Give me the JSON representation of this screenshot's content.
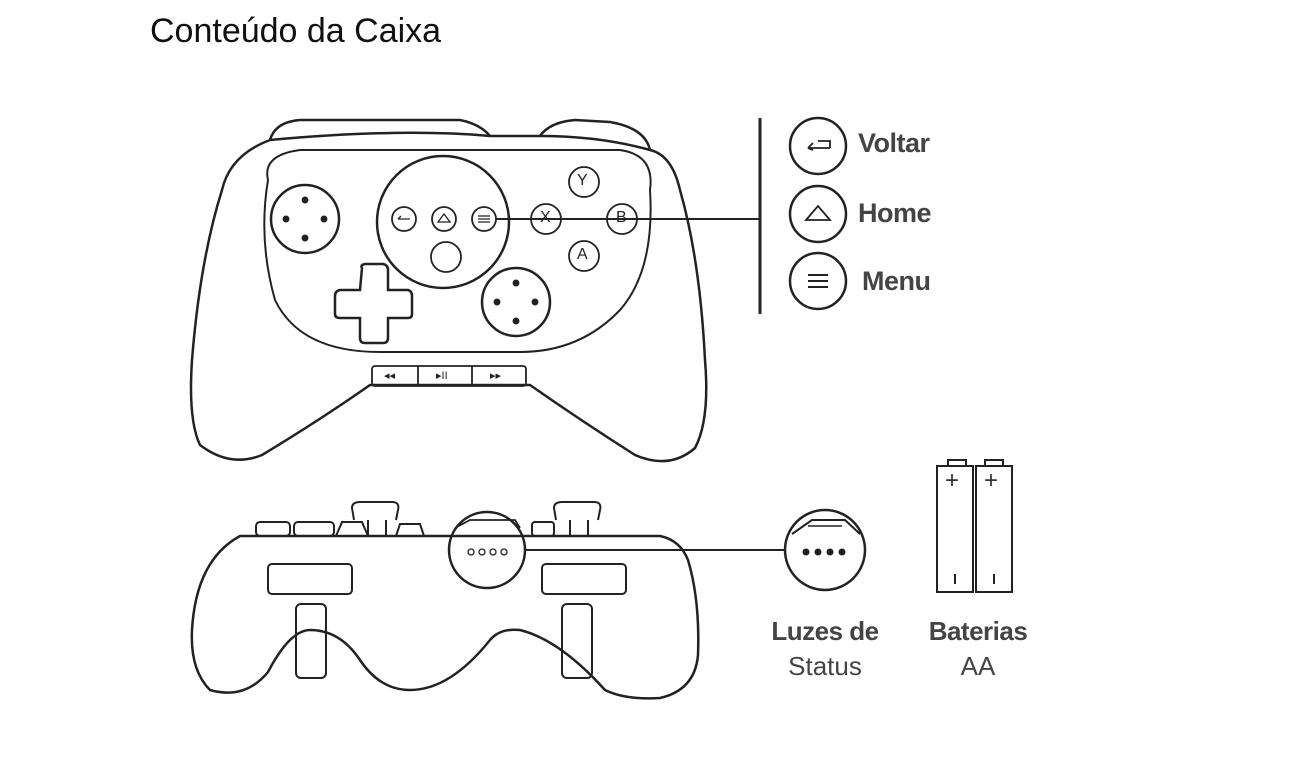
{
  "title": "Conteúdo da Caixa",
  "callouts": {
    "back": "Voltar",
    "home": "Home",
    "menu": "Menu"
  },
  "face_buttons": {
    "y": "Y",
    "x": "X",
    "b": "B",
    "a": "A"
  },
  "media_buttons": [
    "◂◂",
    "▸II",
    "▸▸"
  ],
  "status_lights": {
    "line1": "Luzes de",
    "line2": "Status"
  },
  "batteries": {
    "line1": "Baterias",
    "line2": "AA",
    "plus": "+"
  },
  "icons": [
    "back-arrow-icon",
    "home-icon",
    "menu-icon"
  ]
}
